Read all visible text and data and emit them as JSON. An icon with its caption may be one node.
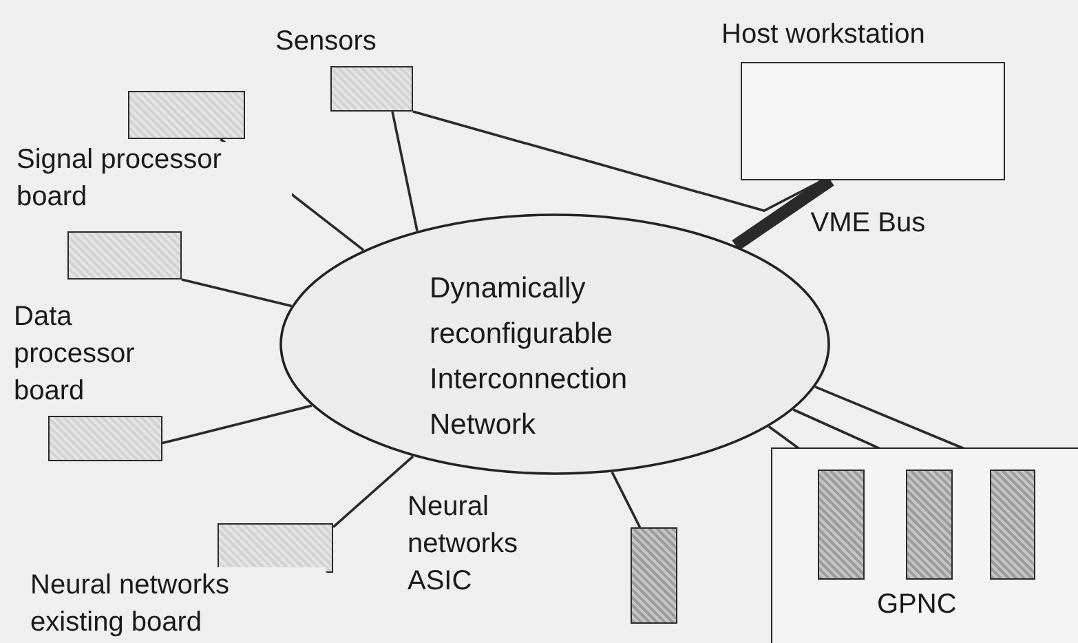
{
  "diagram": {
    "nodes": [
      {
        "text": [
          "Dynamically reconfigurable Interconnection Network"
        ]
      },
      {
        "text": [],
        "shape": "box",
        "beside": [
          "Sensors"
        ]
      },
      {
        "text": [],
        "shape": "box",
        "beside": [
          "Host workstation"
        ]
      },
      {
        "text": [],
        "shape": "box",
        "beside": [
          "Signal processor board"
        ]
      },
      {
        "text": [],
        "shape": "box"
      },
      {
        "text": [],
        "shape": "box",
        "beside": [
          "Data processor board"
        ]
      },
      {
        "text": [],
        "shape": "box",
        "beside": [
          "Neural networks existing board"
        ]
      },
      {
        "text": [],
        "shape": "box"
      },
      {
        "text": [
          "GPNC"
        ]
      },
      {
        "text": [],
        "shape": "box",
        "in": 8
      },
      {
        "text": [],
        "shape": "box",
        "in": 8
      },
      {
        "text": [],
        "shape": "box",
        "in": 8
      }
    ],
    "edges": [
      {
        "from": 1,
        "to": 0,
        "arrow": "none"
      },
      {
        "from": 1,
        "to": 2,
        "arrow": "none"
      },
      {
        "from": 0,
        "to": 2,
        "arrow": "none",
        "label": "VME Bus",
        "style": "thick"
      },
      {
        "from": 3,
        "to": 0,
        "arrow": "none"
      },
      {
        "from": 4,
        "to": 0,
        "arrow": "none"
      },
      {
        "from": 5,
        "to": 0,
        "arrow": "none"
      },
      {
        "from": 6,
        "to": 0,
        "arrow": "none"
      },
      {
        "from": 7,
        "to": 0,
        "arrow": "none"
      },
      {
        "from": 9,
        "to": 0,
        "arrow": "none"
      },
      {
        "from": 10,
        "to": 0,
        "arrow": "none"
      },
      {
        "from": 11,
        "to": 0,
        "arrow": "none"
      }
    ],
    "labels": [
      "Neural networks ASIC"
    ]
  }
}
